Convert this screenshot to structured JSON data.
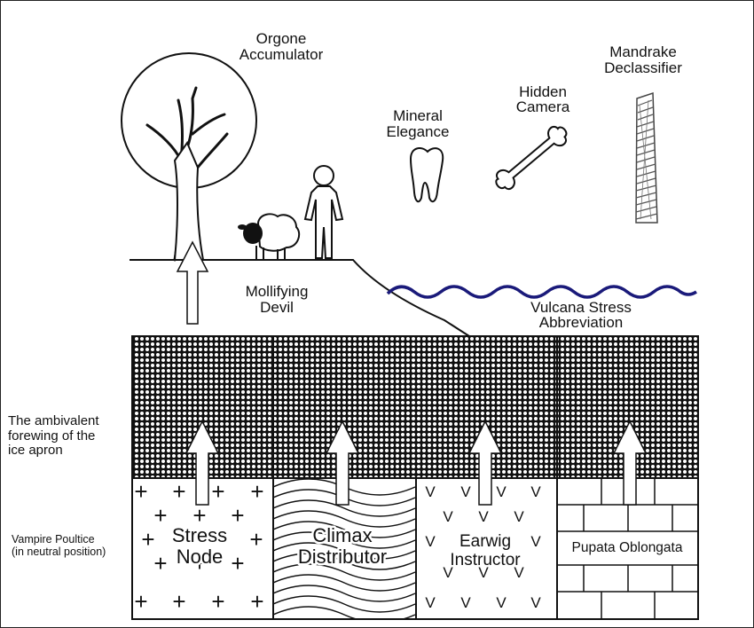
{
  "labels": {
    "orgone": [
      "Orgone",
      "Accumulator"
    ],
    "mineral": [
      "Mineral",
      "Elegance"
    ],
    "hidden": [
      "Hidden",
      "Camera"
    ],
    "mandrake": [
      "Mandrake",
      "Declassifier"
    ],
    "mollifying": [
      "Mollifying",
      "Devil"
    ],
    "vulcana": [
      "Vulcana Stress",
      "Abbreviation"
    ],
    "forewing": [
      "The ambivalent",
      "forewing of the",
      "ice apron"
    ],
    "vampire": [
      "Vampire Poultice",
      "(in neutral position)"
    ],
    "stress_node": [
      "Stress",
      "Node"
    ],
    "climax": [
      "Climax",
      "Distributor"
    ],
    "earwig": [
      "Earwig",
      "Instructor"
    ],
    "pupata": "Pupata Oblongata"
  },
  "icons": [
    "tree-icon",
    "sheep-icon",
    "person-icon",
    "tooth-icon",
    "bone-icon",
    "drill-bit-icon",
    "wave-icon",
    "up-arrow-icon"
  ],
  "colors": {
    "line": "#111111",
    "water": "#1a1a7a",
    "fill": "#ffffff"
  }
}
